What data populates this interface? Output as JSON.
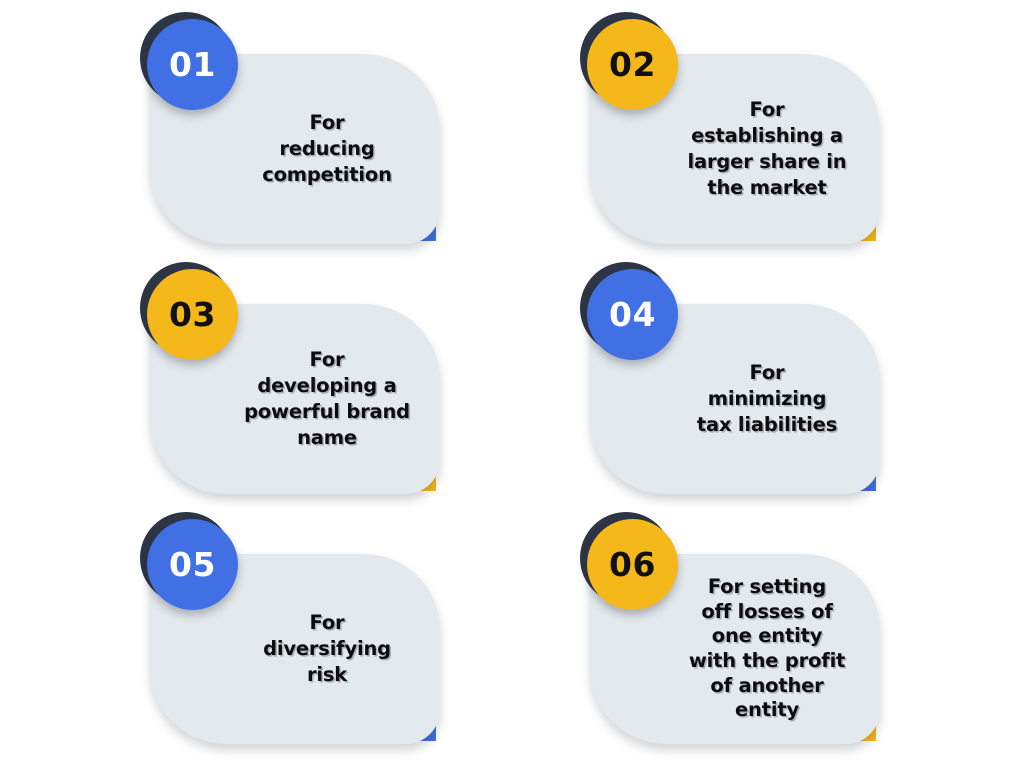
{
  "background_color": "#ffffff",
  "theme": {
    "panel_color": "#e3e9ec",
    "blue": "#4170e4",
    "yellow": "#f5b81a",
    "ring_color": "#2e3646",
    "text_color": "#0d0d10",
    "badge_text_on_blue": "#ffffff",
    "badge_text_on_yellow": "#111114"
  },
  "layout": {
    "columns": 2,
    "rows": 3,
    "total_cards": 6
  },
  "cards": [
    {
      "number": "01",
      "accent": "blue",
      "accent_color": "#4170e4",
      "badge_text_color": "#ffffff",
      "text": "For\nreducing\ncompetition",
      "text_plain": "For reducing competition"
    },
    {
      "number": "02",
      "accent": "yellow",
      "accent_color": "#f5b81a",
      "badge_text_color": "#111114",
      "text": "For\nestablishing a\nlarger share in\nthe market",
      "text_plain": "For establishing a larger share in the market"
    },
    {
      "number": "03",
      "accent": "yellow",
      "accent_color": "#f5b81a",
      "badge_text_color": "#111114",
      "text": "For\ndeveloping a\npowerful brand\nname",
      "text_plain": "For developing a powerful brand name"
    },
    {
      "number": "04",
      "accent": "blue",
      "accent_color": "#4170e4",
      "badge_text_color": "#ffffff",
      "text": "For\nminimizing\ntax liabilities",
      "text_plain": "For minimizing tax liabilities"
    },
    {
      "number": "05",
      "accent": "blue",
      "accent_color": "#4170e4",
      "badge_text_color": "#ffffff",
      "text": "For\ndiversifying\nrisk",
      "text_plain": "For diversifying risk"
    },
    {
      "number": "06",
      "accent": "yellow",
      "accent_color": "#f5b81a",
      "badge_text_color": "#111114",
      "text": "For setting\noff losses of\none entity\nwith the profit\nof another\nentity",
      "text_plain": "For setting off losses of one entity with the profit of another entity"
    }
  ]
}
